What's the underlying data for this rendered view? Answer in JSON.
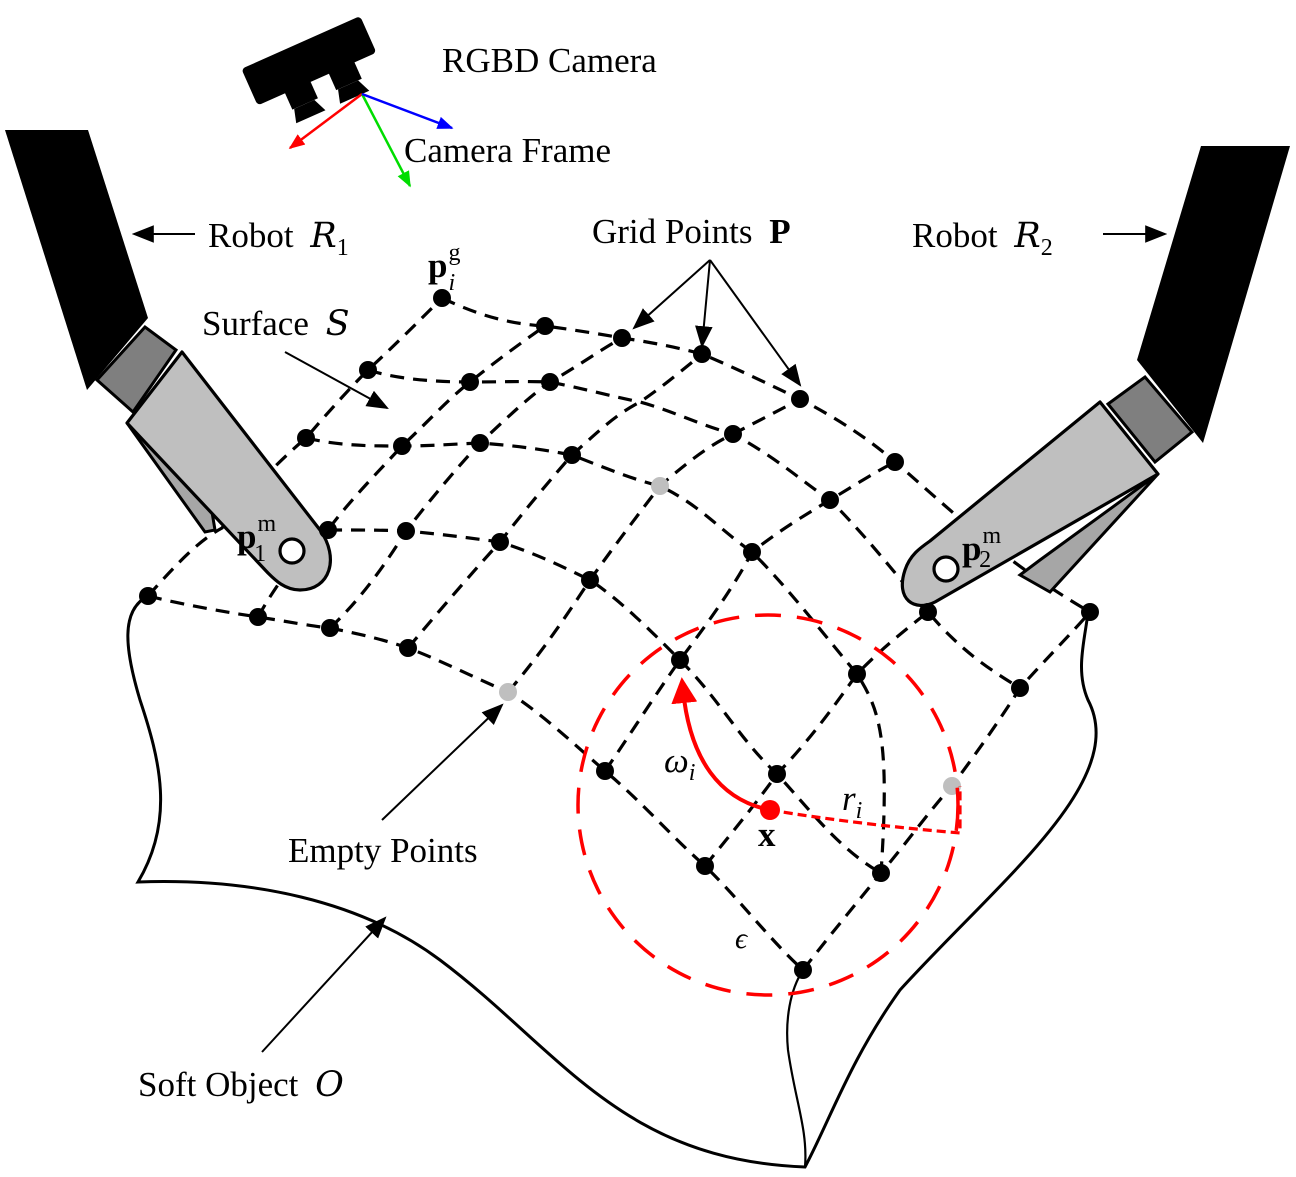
{
  "colors": {
    "ink": "#000000",
    "robot_body": "#000000",
    "robot_joint": "#7f7f7f",
    "robot_gripper": "#bfbfbf",
    "robot_gripper_shadow": "#a6a6a6",
    "empty_point": "#bfbfbf",
    "highlight": "#ff0000",
    "axis_x": "#ff0000",
    "axis_y": "#00dd00",
    "axis_z": "#0000ff"
  },
  "labels": {
    "camera": "RGBD Camera",
    "camera_frame": "Camera Frame",
    "robot1_word": "Robot",
    "robot1_symbol": "R",
    "robot1_index": "1",
    "robot2_word": "Robot",
    "robot2_symbol": "R",
    "robot2_index": "2",
    "surface_word": "Surface",
    "surface_symbol": "S",
    "grid_points_word": "Grid Points",
    "grid_points_symbol": "P",
    "goal_point_base": "p",
    "goal_point_sup": "g",
    "goal_point_sub": "i",
    "manip1_base": "p",
    "manip1_sup": "m",
    "manip1_sub": "1",
    "manip2_base": "p",
    "manip2_sup": "m",
    "manip2_sub": "2",
    "empty_points": "Empty Points",
    "soft_object_word": "Soft Object",
    "soft_object_symbol": "O",
    "weight_base": "ω",
    "weight_sub": "i",
    "radius_base": "r",
    "radius_sub": "i",
    "query_point": "x",
    "epsilon": "ϵ"
  },
  "icons": {
    "camera": "rgbd-camera-icon",
    "robot1": "robot-arm-icon",
    "robot2": "robot-arm-icon"
  }
}
